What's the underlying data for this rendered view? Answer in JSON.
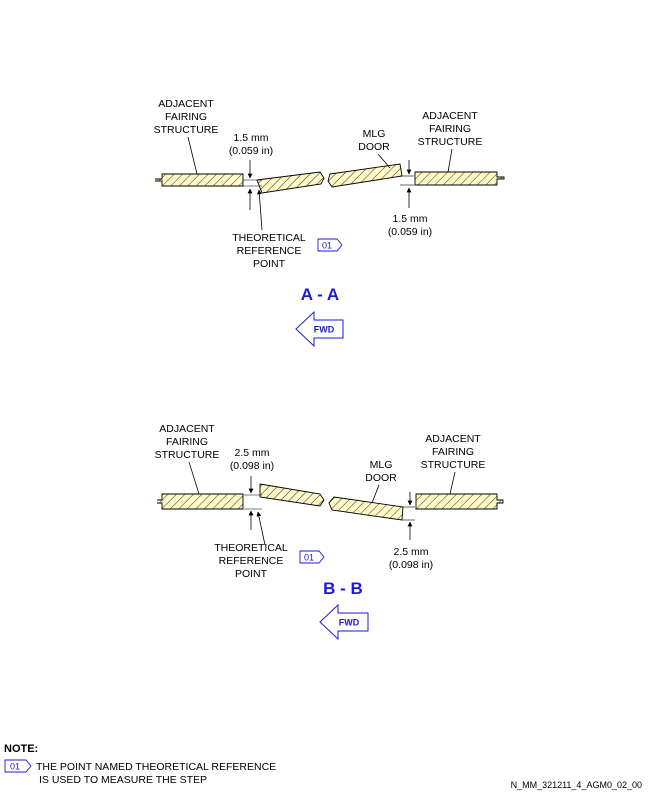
{
  "views": {
    "aa": {
      "title": "A - A",
      "left_structure": [
        "ADJACENT",
        "FAIRING",
        "STRUCTURE"
      ],
      "right_structure": [
        "ADJACENT",
        "FAIRING",
        "STRUCTURE"
      ],
      "door": [
        "MLG",
        "DOOR"
      ],
      "gap_top": [
        "1.5 mm",
        "(0.059 in)"
      ],
      "gap_bottom": [
        "1.5 mm",
        "(0.059 in)"
      ],
      "reference": [
        "THEORETICAL",
        "REFERENCE",
        "POINT"
      ],
      "tag": "01",
      "fwd": "FWD"
    },
    "bb": {
      "title": "B - B",
      "left_structure": [
        "ADJACENT",
        "FAIRING",
        "STRUCTURE"
      ],
      "right_structure": [
        "ADJACENT",
        "FAIRING",
        "STRUCTURE"
      ],
      "door": [
        "MLG",
        "DOOR"
      ],
      "gap_top": [
        "2.5 mm",
        "(0.098 in)"
      ],
      "gap_bottom": [
        "2.5 mm",
        "(0.098 in)"
      ],
      "reference": [
        "THEORETICAL",
        "REFERENCE",
        "POINT"
      ],
      "tag": "01",
      "fwd": "FWD"
    }
  },
  "note": {
    "heading": "NOTE:",
    "tag": "01",
    "lines": [
      "THE POINT NAMED THEORETICAL REFERENCE",
      "IS USED TO MEASURE THE STEP"
    ]
  },
  "reference_code": "N_MM_321211_4_AGM0_02_00",
  "colors": {
    "accent_blue": "#1a1adb",
    "hatch_fill": "#fff9c8",
    "hatch_line": "#000000"
  }
}
